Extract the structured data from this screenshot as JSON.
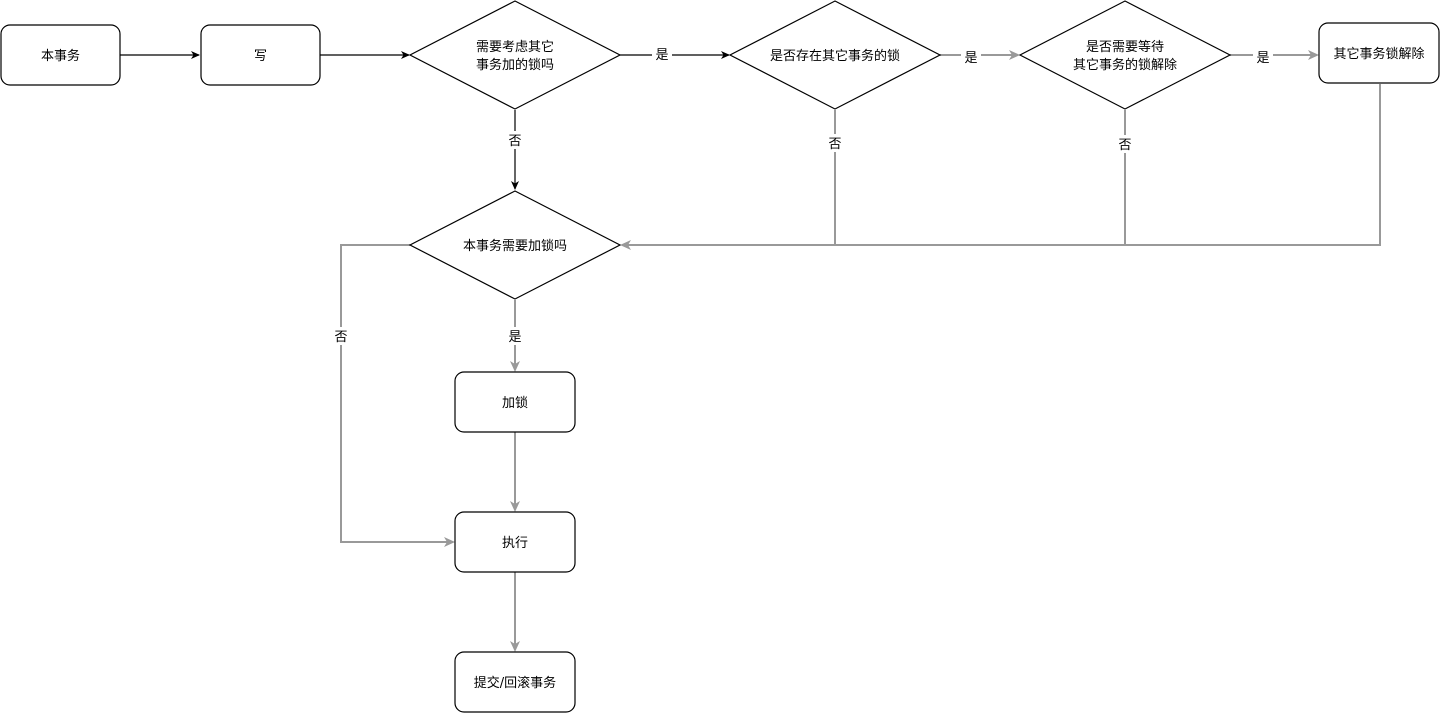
{
  "diagram": {
    "nodes": {
      "this_txn": "本事务",
      "write": "写",
      "consider_locks_line1": "需要考虑其它",
      "consider_locks_line2": "事务加的锁吗",
      "other_lock_exists": "是否存在其它事务的锁",
      "need_wait_line1": "是否需要等待",
      "need_wait_line2": "其它事务的锁解除",
      "other_lock_released": "其它事务锁解除",
      "need_lock": "本事务需要加锁吗",
      "add_lock": "加锁",
      "execute": "执行",
      "commit_rollback": "提交/回滚事务"
    },
    "edge_labels": {
      "consider_yes": "是",
      "exists_yes": "是",
      "wait_yes": "是",
      "consider_no": "否",
      "exists_no": "否",
      "wait_no": "否",
      "need_lock_yes": "是",
      "need_lock_no": "否"
    },
    "colors": {
      "stroke": "#000000",
      "gray_edge": "#999999",
      "fill": "#ffffff"
    }
  }
}
